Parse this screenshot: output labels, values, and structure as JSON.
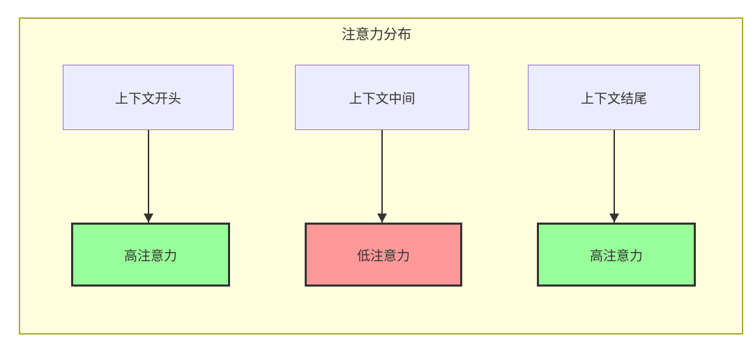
{
  "diagram": {
    "title": "注意力分布",
    "columns": [
      {
        "top": {
          "label": "上下文开头"
        },
        "bottom": {
          "label": "高注意力",
          "level": "high"
        }
      },
      {
        "top": {
          "label": "上下文中间"
        },
        "bottom": {
          "label": "低注意力",
          "level": "low"
        }
      },
      {
        "top": {
          "label": "上下文结尾"
        },
        "bottom": {
          "label": "高注意力",
          "level": "high"
        }
      }
    ],
    "colors": {
      "cluster_fill": "#ffffde",
      "cluster_border": "#aaaa33",
      "context_node_fill": "#ececff",
      "context_node_border": "#9370db",
      "high_attention_fill": "#99ff99",
      "low_attention_fill": "#ff9999",
      "attention_node_border": "#333333",
      "arrow": "#333333",
      "text": "#333333"
    }
  }
}
